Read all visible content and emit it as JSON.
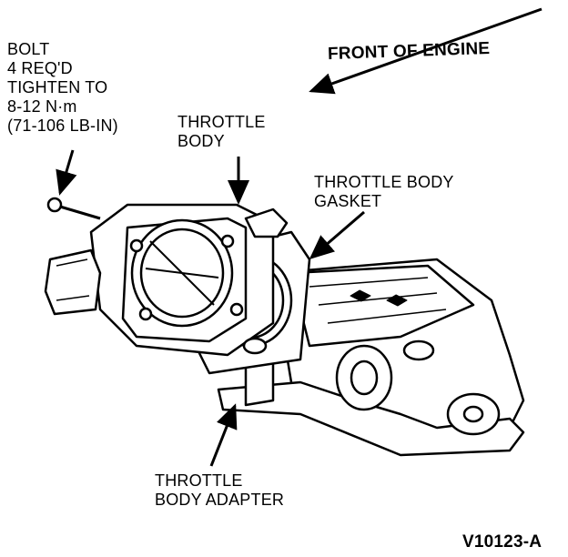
{
  "diagram": {
    "labels": {
      "bolt": [
        "BOLT",
        "4 REQ'D",
        "TIGHTEN TO",
        "8-12 N·m",
        "(71-106 LB-IN)"
      ],
      "throttle_body": [
        "THROTTLE",
        "BODY"
      ],
      "throttle_body_gasket": [
        "THROTTLE BODY",
        "GASKET"
      ],
      "throttle_body_adapter": [
        "THROTTLE",
        "BODY ADAPTER"
      ],
      "front_of_engine": "FRONT OF ENGINE",
      "figure_code": "V10123-A"
    },
    "colors": {
      "ink": "#000000",
      "paper": "#ffffff"
    }
  }
}
